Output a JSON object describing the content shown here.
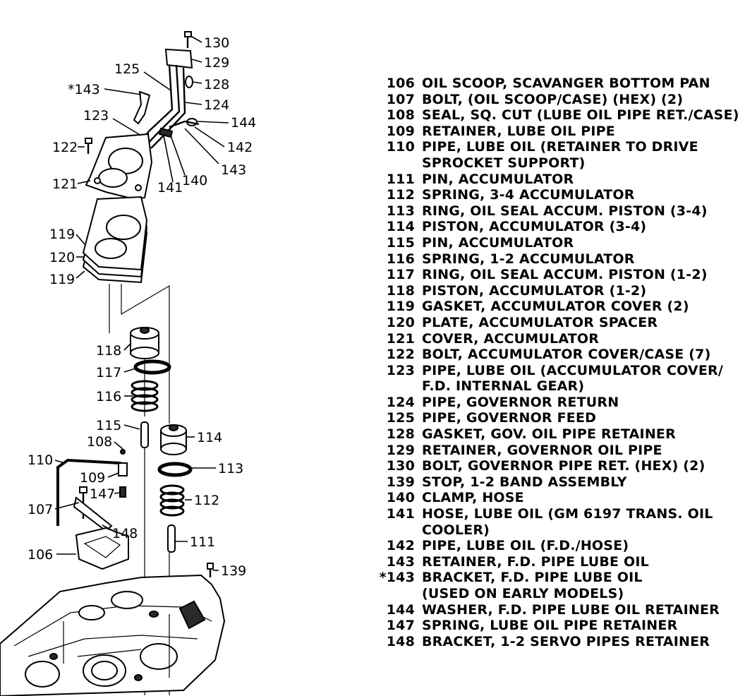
{
  "callouts": {
    "c130": "130",
    "c129": "129",
    "c125": "125",
    "c128": "128",
    "c143a": "*143",
    "c124": "124",
    "c123": "123",
    "c144": "144",
    "c122": "122",
    "c142": "142",
    "c143b": "143",
    "c140": "140",
    "c141": "141",
    "c121": "121",
    "c119a": "119",
    "c120": "120",
    "c119b": "119",
    "c118": "118",
    "c117": "117",
    "c116": "116",
    "c115": "115",
    "c114": "114",
    "c108": "108",
    "c110": "110",
    "c113": "113",
    "c109": "109",
    "c147": "147",
    "c107": "107",
    "c112": "112",
    "c148": "148",
    "c106": "106",
    "c111": "111",
    "c139": "139"
  },
  "legend": [
    {
      "num": "106",
      "desc": "OIL SCOOP, SCAVANGER BOTTOM PAN"
    },
    {
      "num": "107",
      "desc": "BOLT, (OIL SCOOP/CASE) (HEX) (2)"
    },
    {
      "num": "108",
      "desc": "SEAL, SQ. CUT (LUBE OIL PIPE RET./CASE)"
    },
    {
      "num": "109",
      "desc": "RETAINER, LUBE OIL PIPE"
    },
    {
      "num": "110",
      "desc": "PIPE, LUBE OIL (RETAINER TO DRIVE"
    },
    {
      "num": "",
      "desc": "SPROCKET SUPPORT)"
    },
    {
      "num": "111",
      "desc": "PIN, ACCUMULATOR"
    },
    {
      "num": "112",
      "desc": "SPRING, 3-4 ACCUMULATOR"
    },
    {
      "num": "113",
      "desc": "RING, OIL SEAL ACCUM. PISTON (3-4)"
    },
    {
      "num": "114",
      "desc": "PISTON, ACCUMULATOR (3-4)"
    },
    {
      "num": "115",
      "desc": "PIN, ACCUMULATOR"
    },
    {
      "num": "116",
      "desc": "SPRING, 1-2 ACCUMULATOR"
    },
    {
      "num": "117",
      "desc": "RING, OIL SEAL ACCUM. PISTON (1-2)"
    },
    {
      "num": "118",
      "desc": "PISTON, ACCUMULATOR (1-2)"
    },
    {
      "num": "119",
      "desc": "GASKET, ACCUMULATOR COVER (2)"
    },
    {
      "num": "120",
      "desc": "PLATE, ACCUMULATOR SPACER"
    },
    {
      "num": "121",
      "desc": "COVER, ACCUMULATOR"
    },
    {
      "num": "122",
      "desc": "BOLT, ACCUMULATOR COVER/CASE (7)"
    },
    {
      "num": "123",
      "desc": "PIPE, LUBE OIL (ACCUMULATOR COVER/"
    },
    {
      "num": "",
      "desc": "F.D. INTERNAL GEAR)"
    },
    {
      "num": "124",
      "desc": "PIPE, GOVERNOR RETURN"
    },
    {
      "num": "125",
      "desc": "PIPE, GOVERNOR FEED"
    },
    {
      "num": "128",
      "desc": "GASKET, GOV. OIL PIPE RETAINER"
    },
    {
      "num": "129",
      "desc": "RETAINER, GOVERNOR OIL PIPE"
    },
    {
      "num": "130",
      "desc": "BOLT, GOVERNOR PIPE RET. (HEX) (2)"
    },
    {
      "num": "139",
      "desc": "STOP, 1-2 BAND ASSEMBLY"
    },
    {
      "num": "140",
      "desc": "CLAMP, HOSE"
    },
    {
      "num": "141",
      "desc": "HOSE, LUBE OIL (GM 6197 TRANS. OIL"
    },
    {
      "num": "",
      "desc": "COOLER)"
    },
    {
      "num": "142",
      "desc": "PIPE, LUBE OIL (F.D./HOSE)"
    },
    {
      "num": "143",
      "desc": "RETAINER, F.D. PIPE LUBE OIL"
    },
    {
      "num": "*143",
      "desc": "BRACKET, F.D. PIPE LUBE OIL"
    },
    {
      "num": "",
      "desc": "(USED ON EARLY MODELS)"
    },
    {
      "num": "144",
      "desc": "WASHER, F.D. PIPE LUBE OIL RETAINER"
    },
    {
      "num": "147",
      "desc": "SPRING, LUBE OIL PIPE RETAINER"
    },
    {
      "num": "148",
      "desc": "BRACKET, 1-2 SERVO PIPES RETAINER"
    }
  ]
}
